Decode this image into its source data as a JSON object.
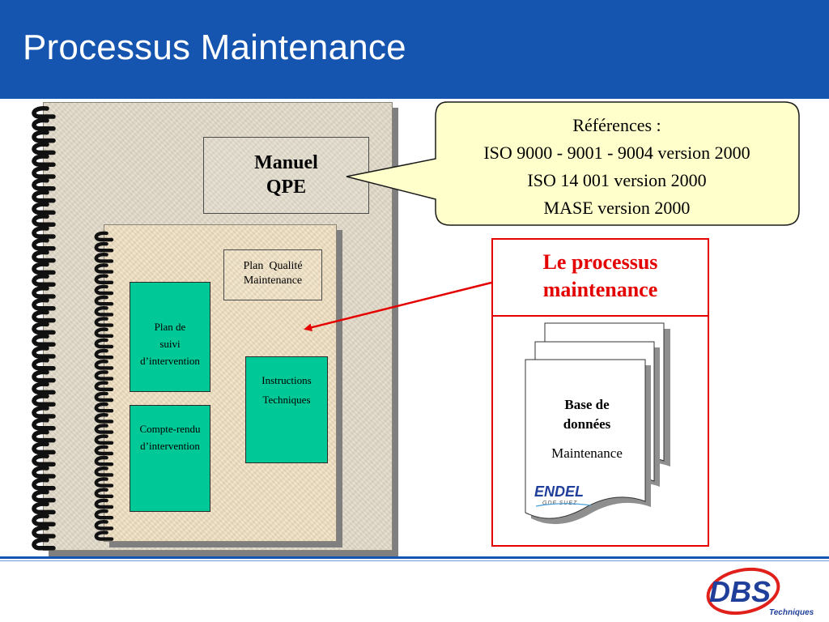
{
  "slide": {
    "title": "Processus Maintenance"
  },
  "notebook": {
    "manual_line1": "Manuel",
    "manual_line2": "QPE",
    "plan_qualite_line1": "Plan  Qualité",
    "plan_qualite_line2": "Maintenance",
    "plan_suivi_line1": "Plan de",
    "plan_suivi_line2": "suivi",
    "plan_suivi_line3": "d’intervention",
    "compte_rendu_line1": "Compte-rendu",
    "compte_rendu_line2": "d’intervention",
    "instructions_line1": "Instructions",
    "instructions_line2": "Techniques"
  },
  "references": {
    "heading": "Références :",
    "items": [
      "ISO 9000 - 9001 - 9004 version 2000",
      "ISO 14 001 version 2000",
      "MASE version 2000"
    ]
  },
  "process": {
    "title_line1": "Le processus",
    "title_line2": "maintenance",
    "db_line1": "Base de",
    "db_line2": "données",
    "db_line3": "Maintenance"
  },
  "logos": {
    "endel": "ENDEL",
    "endel_sub": "GDF SUEZ",
    "dbs": "DBS",
    "dbs_sub": "Techniques"
  },
  "colors": {
    "header": "#1555b0",
    "teal": "#00c896",
    "accent_red": "#e50000",
    "callout_fill": "#ffffcc"
  }
}
